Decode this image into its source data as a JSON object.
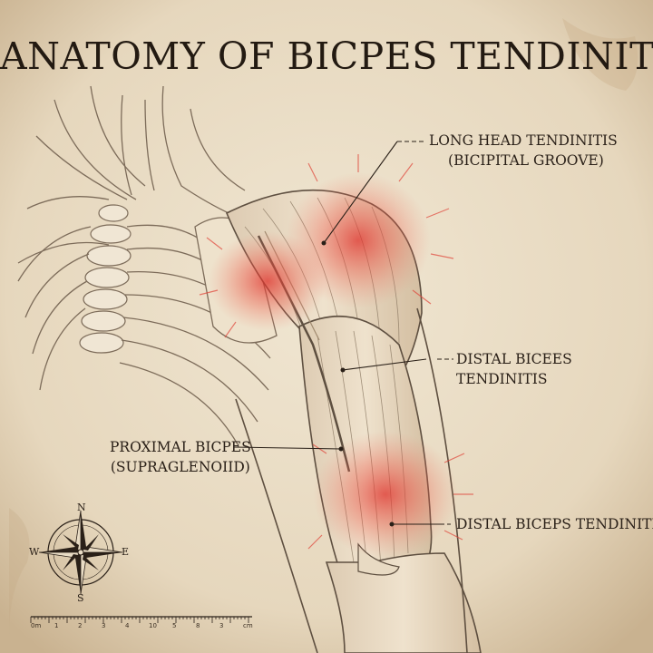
{
  "title": "ANATOMY OF BICPES TENDINITIS",
  "labels": {
    "long_head": {
      "line1": "LONG HEAD TENDINITIS",
      "line2": "(BICIPITAL GROOVE)"
    },
    "distal_bicees": {
      "line1": "DISTAL BICEES",
      "line2": "TENDINITIS"
    },
    "proximal": {
      "line1": "PROXIMAL BICPES",
      "line2": "(SUPRAGLENOIID)"
    },
    "distal_biceps": {
      "line1": "DISTAL BICEPS TENDINITIS"
    }
  },
  "compass": {
    "n": "N",
    "s": "S",
    "e": "E",
    "w": "W"
  },
  "ruler": {
    "ticks": [
      "0m",
      "1",
      "2",
      "3",
      "4",
      "10",
      "5",
      "8",
      "3",
      "cm"
    ]
  },
  "colors": {
    "paper": "#e9dcc5",
    "ink": "#2a2018",
    "inflammation": "#e23a2e"
  }
}
